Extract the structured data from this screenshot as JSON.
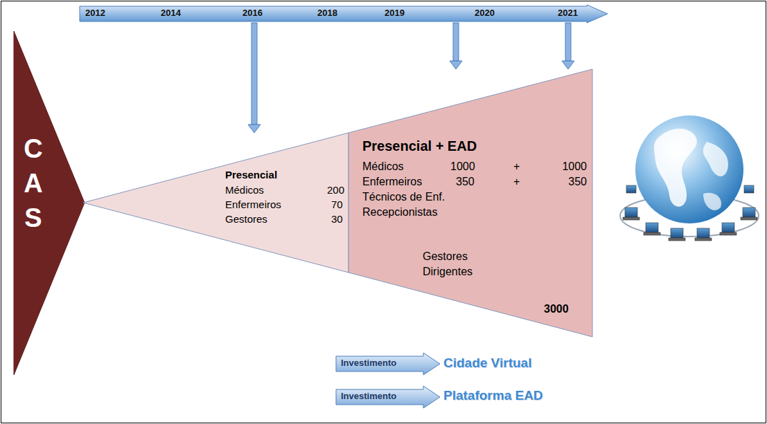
{
  "diagram": {
    "nodes": [
      {
        "text": [
          "2012",
          "2014",
          "2016",
          "2018",
          "2019",
          "2020",
          "2021"
        ]
      },
      {
        "text": [
          "C A S"
        ]
      },
      {
        "text": [
          "Presencial",
          "Médicos",
          "200",
          "Enfermeiros",
          "70",
          "Gestores",
          "30"
        ]
      },
      {
        "text": [
          "Presencial + EAD",
          "Médicos",
          "1000",
          "+",
          "1000",
          "Enfermeiros",
          "350",
          "+",
          "350",
          "Técnicos de Enf.",
          "Recepcionistas",
          "Gestores",
          "Dirigentes",
          "3000"
        ]
      },
      {
        "text": [
          "Investimento"
        ]
      },
      {
        "text": [
          "Investimento"
        ]
      }
    ],
    "edges": [
      {
        "from": 0,
        "to": 2,
        "arrow": "to"
      },
      {
        "from": 0,
        "to": 3,
        "arrow": "to"
      },
      {
        "from": 0,
        "to": 3,
        "arrow": "to"
      }
    ],
    "labels": [
      "Cidade Virtual",
      "Plataforma EAD"
    ]
  }
}
